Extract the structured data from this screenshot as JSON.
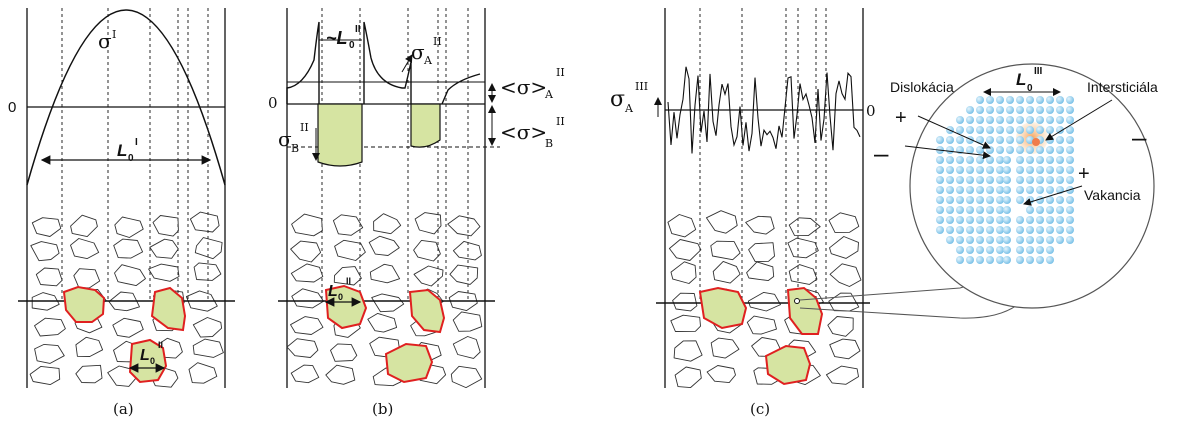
{
  "panel_a": {
    "sigma_label": "σ",
    "sigma_sup": "I",
    "zero_label": "0",
    "length_label": "L",
    "length_sub": "0",
    "length_sup": "I",
    "grain_length_label": "L",
    "grain_length_sub": "0",
    "grain_length_sup": "II",
    "caption": "(a)"
  },
  "panel_b": {
    "zero_label": "0",
    "approx_length_label": "~L",
    "approx_length_sub": "0",
    "approx_length_sup": "II",
    "sigma_a_label": "σ",
    "sigma_a_sub": "A",
    "sigma_a_sup": "II",
    "sigma_b_label": "σ",
    "sigma_b_sub": "B",
    "sigma_b_sup": "II",
    "mean_a_label": "<σ>",
    "mean_a_sub": "A",
    "mean_a_sup": "II",
    "mean_b_label": "<σ>",
    "mean_b_sub": "B",
    "mean_b_sup": "II",
    "grain_length_label": "L",
    "grain_length_sub": "0",
    "grain_length_sup": "II",
    "caption": "(b)"
  },
  "panel_c": {
    "sigma_label": "σ",
    "sigma_sub": "A",
    "sigma_sup": "III",
    "zero_label": "0",
    "length_label": "L",
    "length_sub": "0",
    "length_sup": "III",
    "dislocation_label": "Dislokácia",
    "interstitial_label": "Intersticiála",
    "vacancy_label": "Vakancia",
    "plus_sign": "+",
    "minus_sign": "–",
    "caption": "(c)"
  },
  "colors": {
    "grain_fill": "#d6e4a2",
    "grain_edge": "#e02020",
    "atom": "#9fd3ef",
    "interstitial_glow": "#f6c48a",
    "line": "#111111"
  }
}
